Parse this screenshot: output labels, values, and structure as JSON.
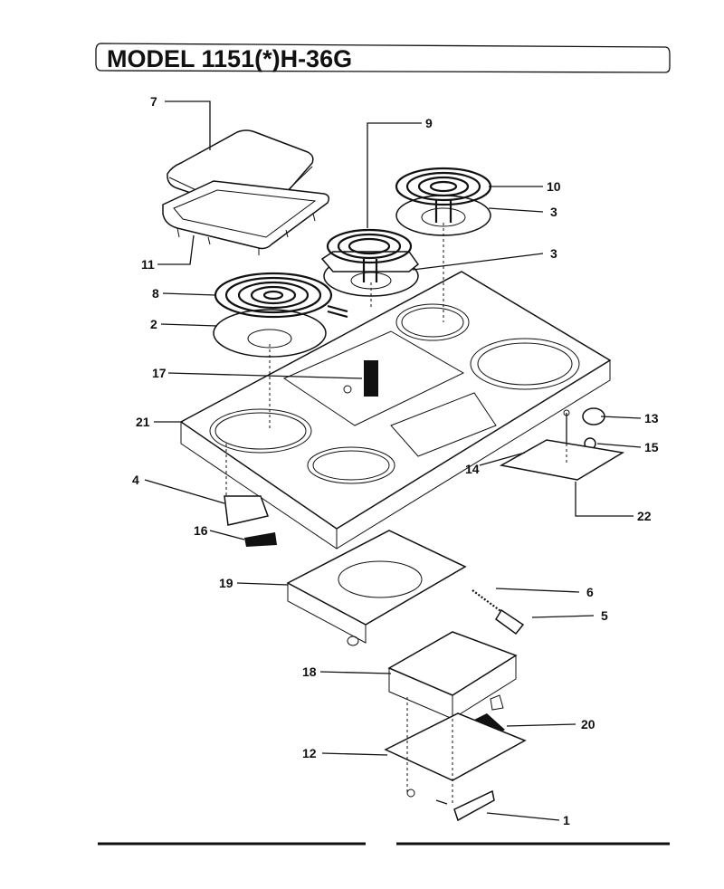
{
  "title": "MODEL 1151(*)H-36G",
  "callouts": {
    "c1": "1",
    "c2": "2",
    "c3a": "3",
    "c3b": "3",
    "c4": "4",
    "c5": "5",
    "c6": "6",
    "c7": "7",
    "c8": "8",
    "c9": "9",
    "c10": "10",
    "c11": "11",
    "c12": "12",
    "c13": "13",
    "c14": "14",
    "c15": "15",
    "c16": "16",
    "c17": "17",
    "c18": "18",
    "c19": "19",
    "c20": "20",
    "c21": "21",
    "c22": "22"
  }
}
